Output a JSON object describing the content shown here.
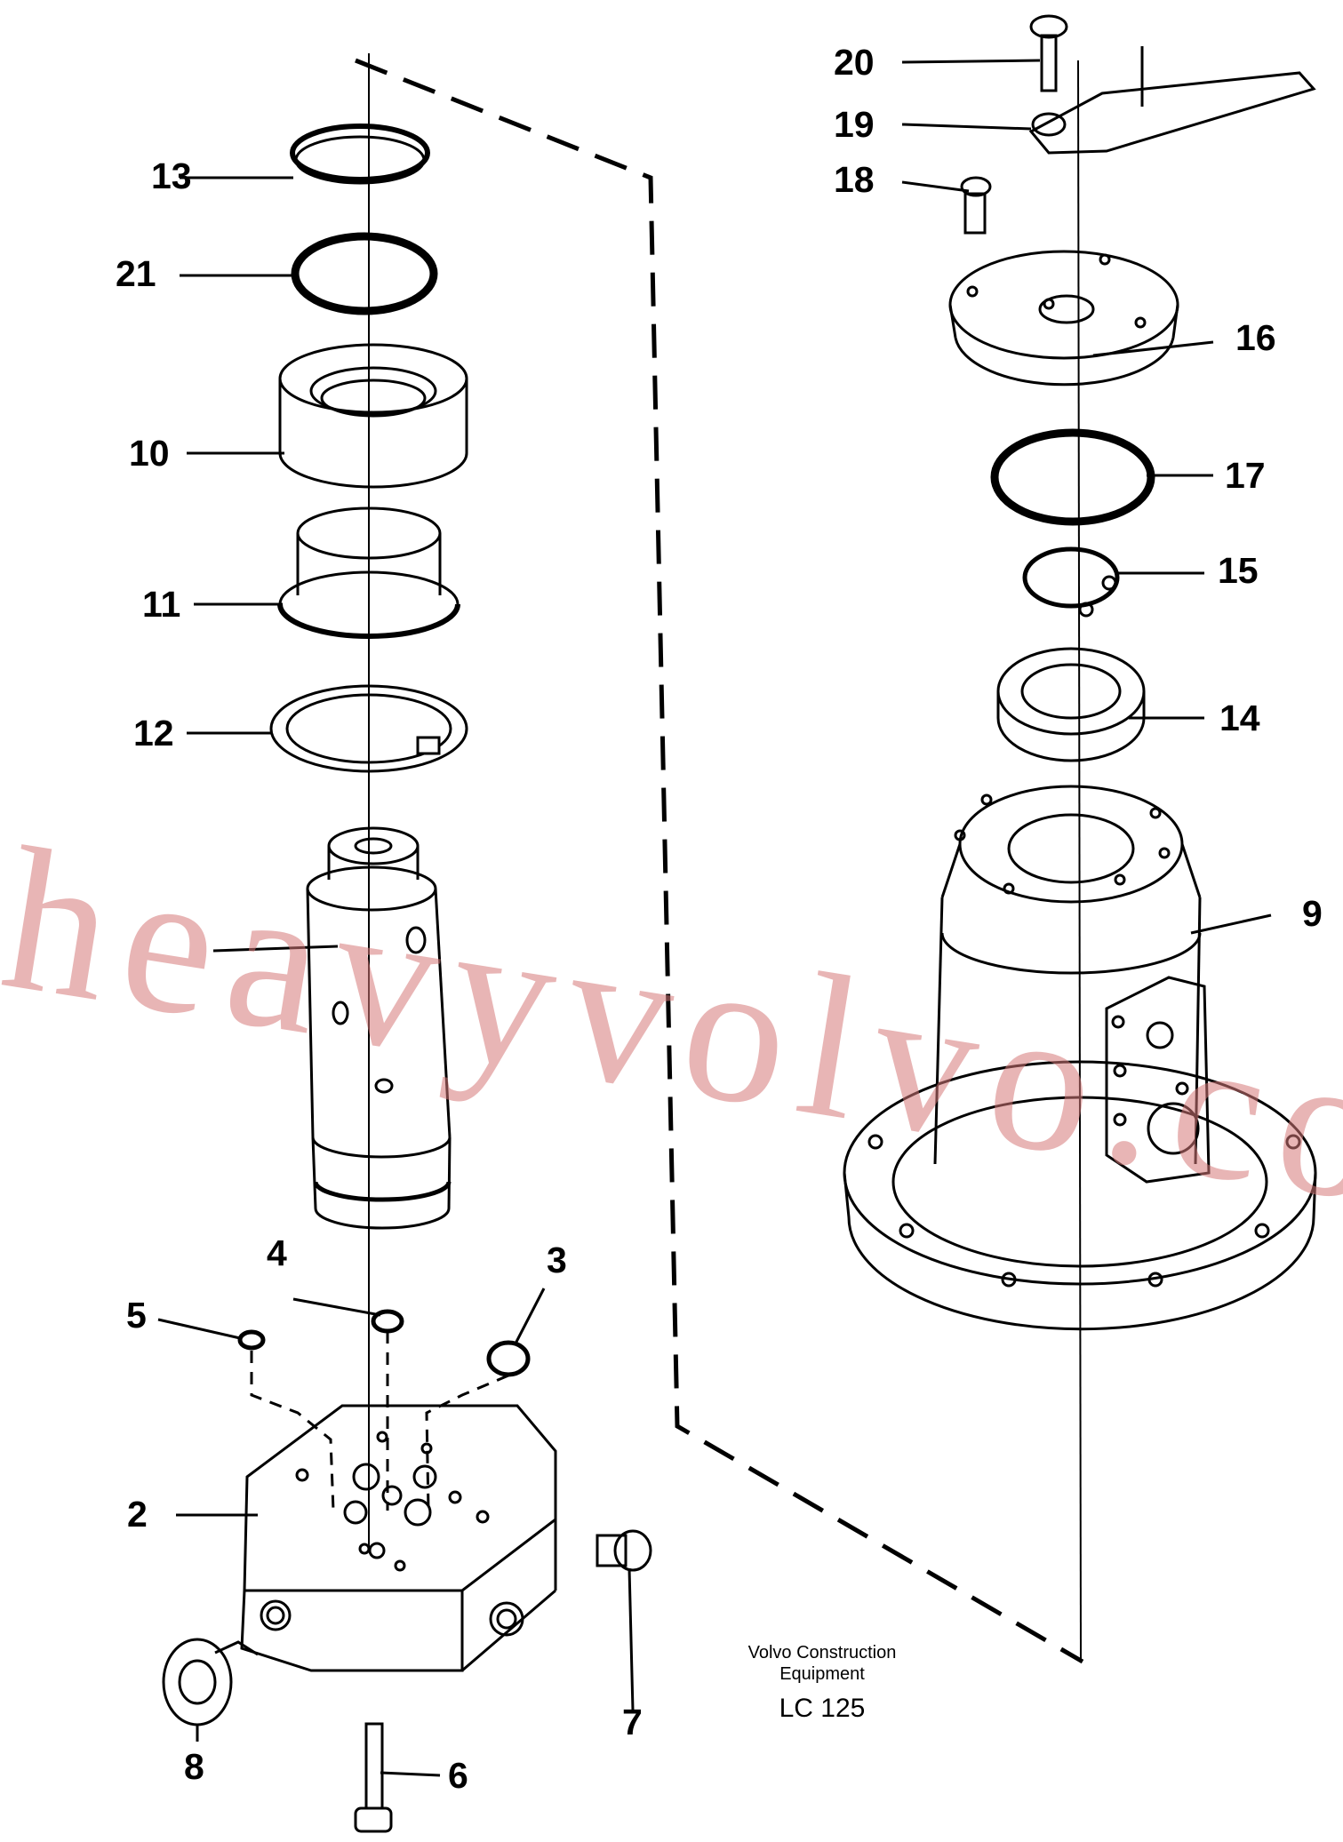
{
  "callouts": {
    "c2": "2",
    "c3": "3",
    "c4": "4",
    "c5": "5",
    "c6": "6",
    "c7": "7",
    "c8": "8",
    "c9": "9",
    "c10": "10",
    "c11": "11",
    "c12": "12",
    "c13": "13",
    "c14": "14",
    "c15": "15",
    "c16": "16",
    "c17": "17",
    "c18": "18",
    "c19": "19",
    "c20": "20",
    "c21": "21"
  },
  "caption": {
    "line1": "Volvo Construction",
    "line2": "Equipment",
    "code": "LC 125"
  },
  "watermark": "heavyvolvo.com"
}
